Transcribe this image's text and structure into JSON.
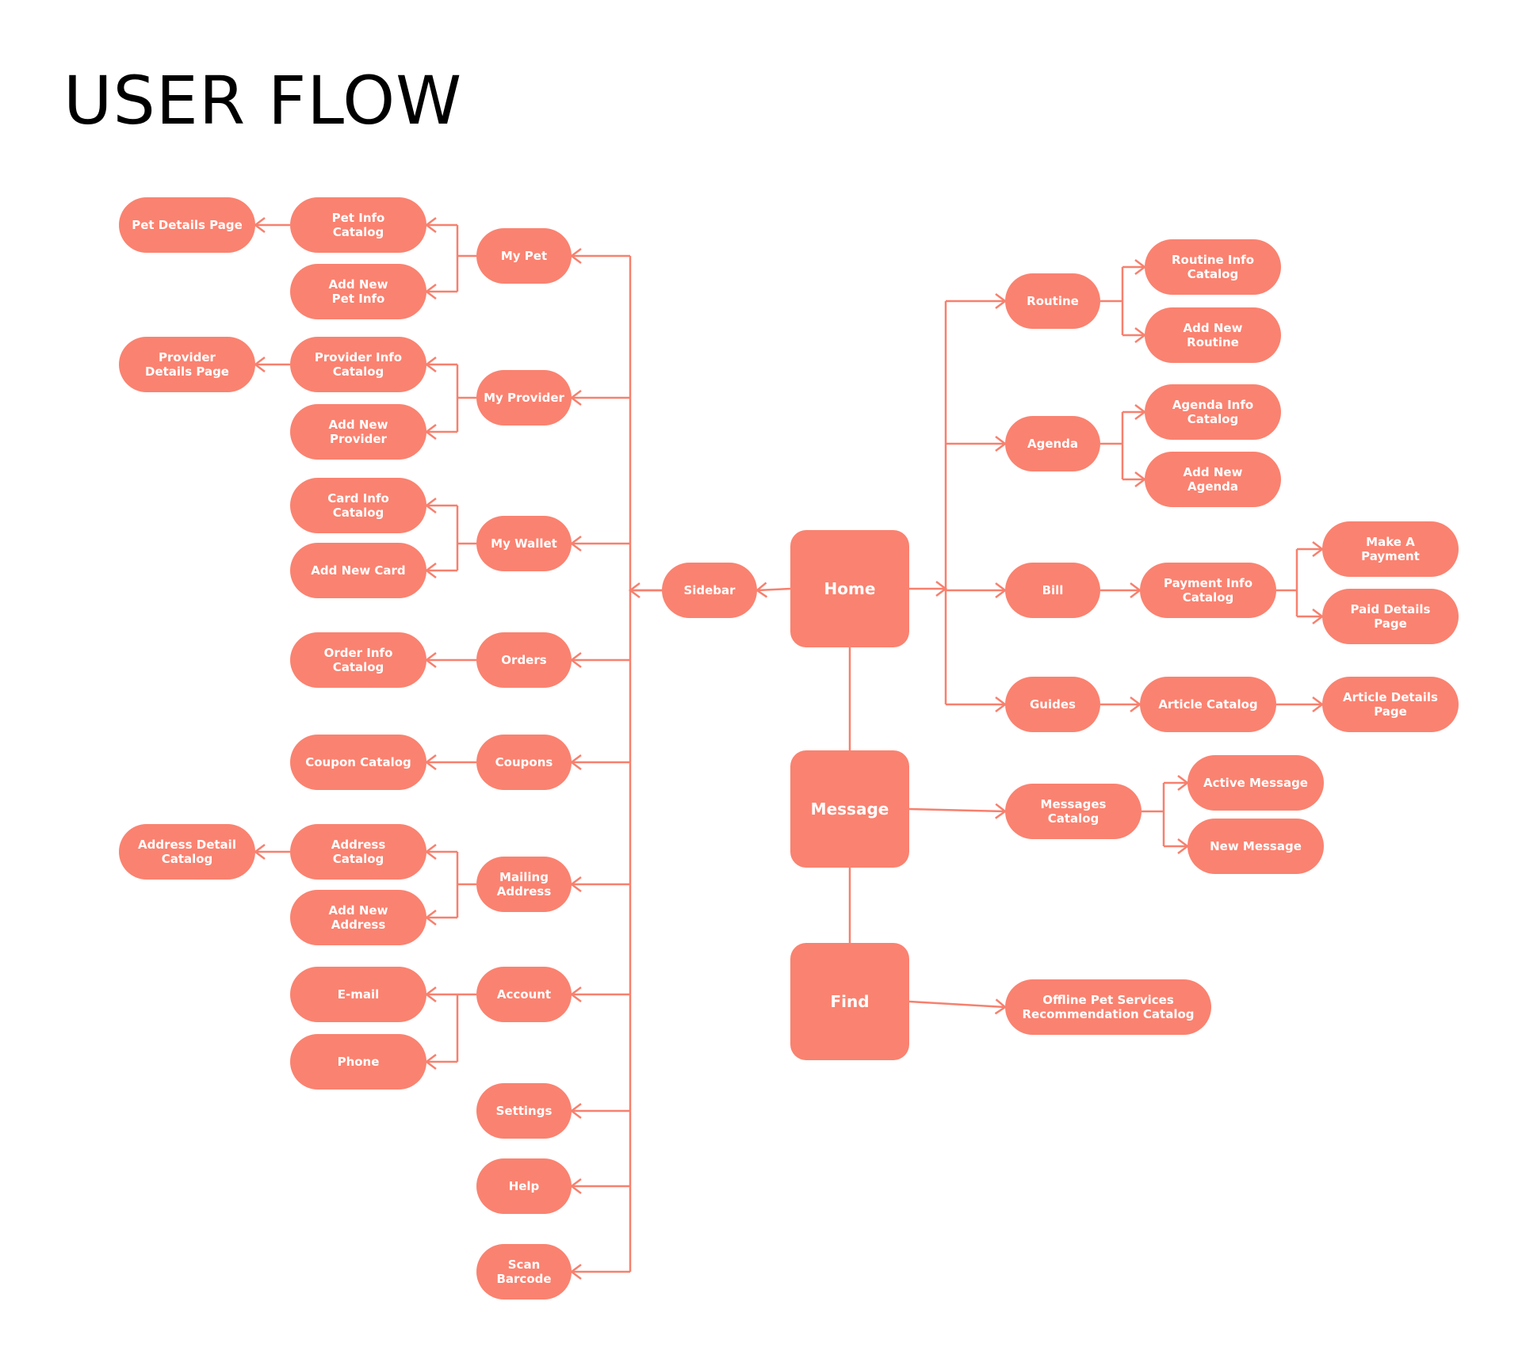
{
  "title": "USER FLOW",
  "colors": {
    "node": "#FA8270",
    "line": "#F7806E",
    "text": "#FFFFFF",
    "title": "#000000"
  },
  "nodes": {
    "home": [
      "Home"
    ],
    "message": [
      "Message"
    ],
    "find": [
      "Find"
    ],
    "sidebar": [
      "Sidebar"
    ],
    "my_pet": [
      "My Pet"
    ],
    "pet_info_catalog": [
      "Pet Info",
      "Catalog"
    ],
    "add_new_pet_info": [
      "Add New",
      "Pet Info"
    ],
    "pet_details_page": [
      "Pet Details Page"
    ],
    "my_provider": [
      "My Provider"
    ],
    "provider_info_catalog": [
      "Provider Info",
      "Catalog"
    ],
    "add_new_provider": [
      "Add New",
      "Provider"
    ],
    "provider_details_page": [
      "Provider",
      "Details Page"
    ],
    "my_wallet": [
      "My Wallet"
    ],
    "card_info_catalog": [
      "Card Info",
      "Catalog"
    ],
    "add_new_card": [
      "Add New Card"
    ],
    "orders": [
      "Orders"
    ],
    "order_info_catalog": [
      "Order Info",
      "Catalog"
    ],
    "coupons": [
      "Coupons"
    ],
    "coupon_catalog": [
      "Coupon Catalog"
    ],
    "mailing_address": [
      "Mailing",
      "Address"
    ],
    "address_catalog": [
      "Address",
      "Catalog"
    ],
    "add_new_address": [
      "Add New",
      "Address"
    ],
    "address_detail_catalog": [
      "Address Detail",
      "Catalog"
    ],
    "account": [
      "Account"
    ],
    "email": [
      "E-mail"
    ],
    "phone": [
      "Phone"
    ],
    "settings": [
      "Settings"
    ],
    "help": [
      "Help"
    ],
    "scan_barcode": [
      "Scan",
      "Barcode"
    ],
    "routine": [
      "Routine"
    ],
    "routine_info_catalog": [
      "Routine Info",
      "Catalog"
    ],
    "add_new_routine": [
      "Add New",
      "Routine"
    ],
    "agenda": [
      "Agenda"
    ],
    "agenda_info_catalog": [
      "Agenda Info",
      "Catalog"
    ],
    "add_new_agenda": [
      "Add New",
      "Agenda"
    ],
    "bill": [
      "Bill"
    ],
    "payment_info_catalog": [
      "Payment Info",
      "Catalog"
    ],
    "make_a_payment": [
      "Make A",
      "Payment"
    ],
    "paid_details_page": [
      "Paid Details",
      "Page"
    ],
    "guides": [
      "Guides"
    ],
    "article_catalog": [
      "Article Catalog"
    ],
    "article_details_page": [
      "Article Details",
      "Page"
    ],
    "messages_catalog": [
      "Messages",
      "Catalog"
    ],
    "active_message": [
      "Active Message"
    ],
    "new_message": [
      "New Message"
    ],
    "offline_pet_services": [
      "Offline Pet Services",
      "Recommendation Catalog"
    ]
  }
}
